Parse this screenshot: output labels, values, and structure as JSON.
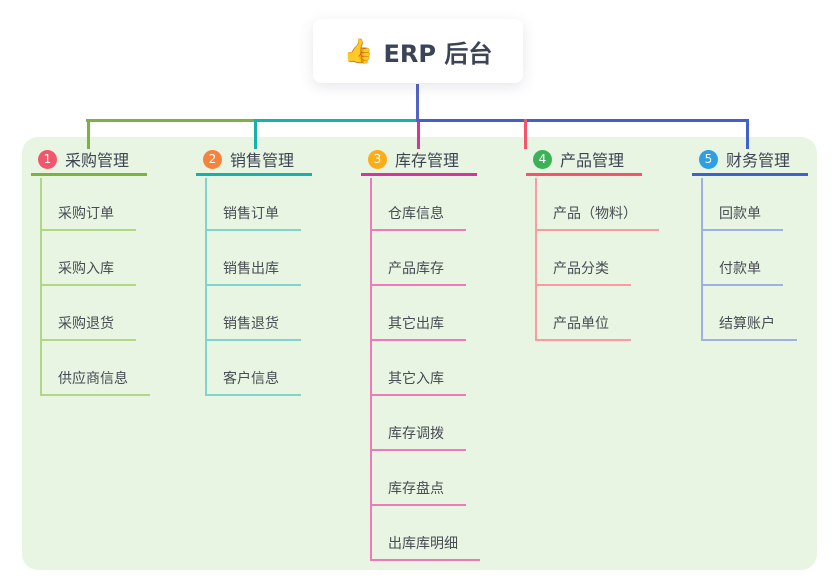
{
  "root": {
    "icon": "👍",
    "icon_name": "thumbs-up-icon",
    "label": "ERP 后台"
  },
  "colors": {
    "canvas_bg": "#ffffff",
    "panel_bg": "#e8f5e2",
    "root_connector": "#5163c4",
    "title_text": "#3e4454",
    "child_text": "#484c54"
  },
  "branches": [
    {
      "badge": "1",
      "badge_color": "#f2566c",
      "line_color": "#7cb23f",
      "light_color": "#b0d884",
      "label": "采购管理",
      "children": [
        "采购订单",
        "采购入库",
        "采购退货",
        "供应商信息"
      ]
    },
    {
      "badge": "2",
      "badge_color": "#f6833c",
      "line_color": "#16b1a9",
      "light_color": "#7ed5ce",
      "label": "销售管理",
      "children": [
        "销售订单",
        "销售出库",
        "销售退货",
        "客户信息"
      ]
    },
    {
      "badge": "3",
      "badge_color": "#fcad18",
      "line_color": "#d5369c",
      "light_color": "#ef79ba",
      "label": "库存管理",
      "children": [
        "仓库信息",
        "产品库存",
        "其它出库",
        "其它入库",
        "库存调拨",
        "库存盘点",
        "出库库明细"
      ]
    },
    {
      "badge": "4",
      "badge_color": "#3bb257",
      "line_color": "#f4556b",
      "light_color": "#f99ba1",
      "label": "产品管理",
      "children": [
        "产品（物料）",
        "产品分类",
        "产品单位"
      ]
    },
    {
      "badge": "5",
      "badge_color": "#2da0e3",
      "line_color": "#4061cb",
      "light_color": "#9fb0e5",
      "label": "财务管理",
      "children": [
        "回款单",
        "付款单",
        "结算账户"
      ]
    }
  ]
}
